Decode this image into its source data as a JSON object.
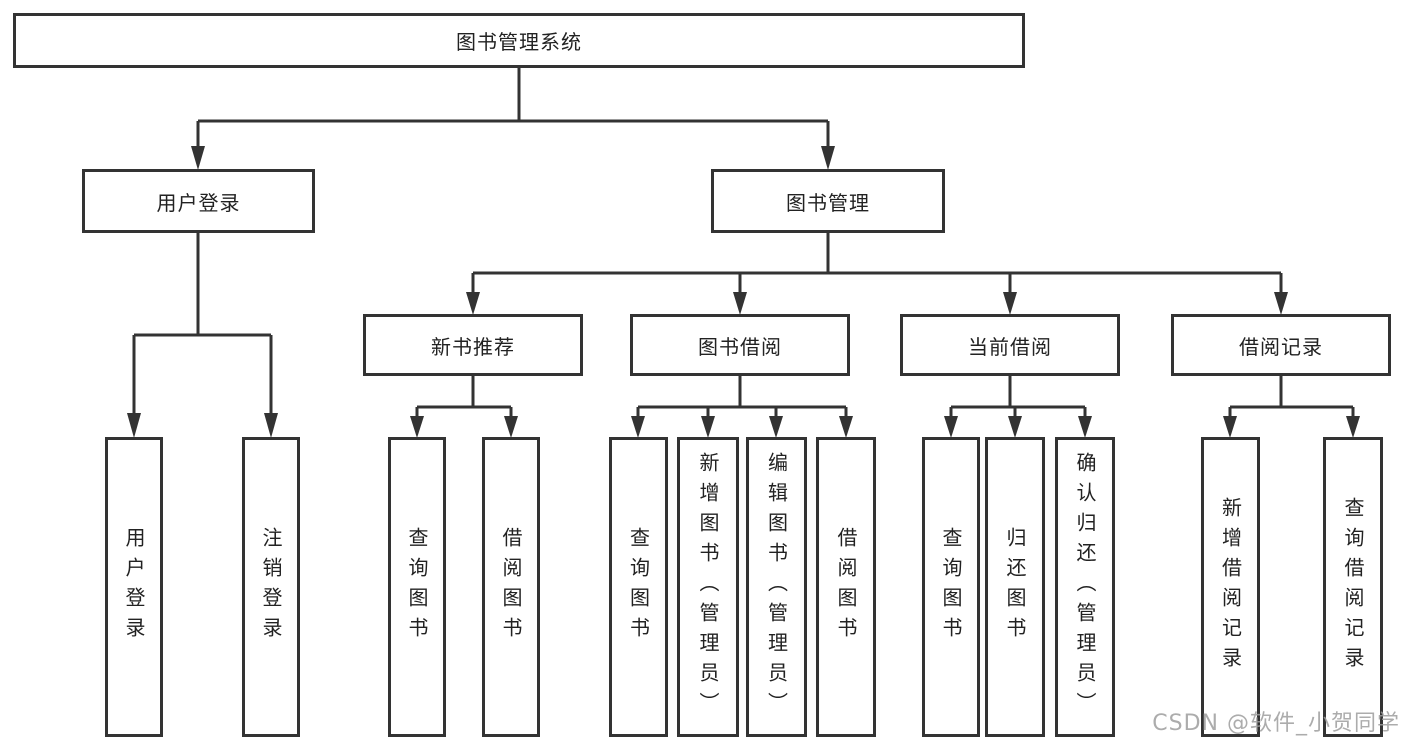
{
  "colors": {
    "line": "#333333",
    "box_border": "#333333",
    "box_fill": "#ffffff",
    "text": "#222222",
    "watermark": "#9e9e9e"
  },
  "watermark": {
    "text": "CSDN @软件_小贺同学"
  },
  "tree": {
    "root": {
      "label": "图书管理系统"
    },
    "branches": [
      {
        "label": "用户登录",
        "children": [
          {
            "label": "用户登录"
          },
          {
            "label": "注销登录"
          }
        ]
      },
      {
        "label": "图书管理",
        "children": [
          {
            "label": "新书推荐",
            "children": [
              {
                "label": "查询图书"
              },
              {
                "label": "借阅图书"
              }
            ]
          },
          {
            "label": "图书借阅",
            "children": [
              {
                "label": "查询图书"
              },
              {
                "label": "新增图书（管理员）"
              },
              {
                "label": "编辑图书（管理员）"
              },
              {
                "label": "借阅图书"
              }
            ]
          },
          {
            "label": "当前借阅",
            "children": [
              {
                "label": "查询图书"
              },
              {
                "label": "归还图书"
              },
              {
                "label": "确认归还（管理员）"
              }
            ]
          },
          {
            "label": "借阅记录",
            "children": [
              {
                "label": "新增借阅记录"
              },
              {
                "label": "查询借阅记录"
              }
            ]
          }
        ]
      }
    ]
  }
}
